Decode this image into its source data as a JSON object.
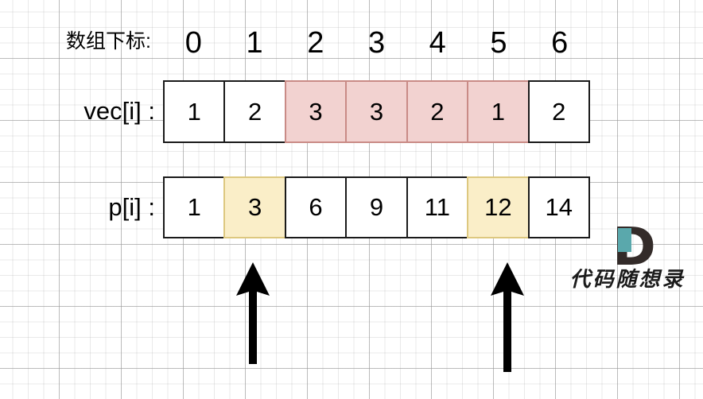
{
  "diagram": {
    "title": "prefix-sum array diagram",
    "labels": {
      "index_row": "数组下标:",
      "vec_row": "vec[i] :",
      "p_row": "p[i] :"
    },
    "indices": [
      "0",
      "1",
      "2",
      "3",
      "4",
      "5",
      "6"
    ],
    "vec": {
      "values": [
        "1",
        "2",
        "3",
        "3",
        "2",
        "1",
        "2"
      ],
      "highlight_indices": [
        2,
        3,
        4,
        5
      ],
      "highlight_color": "#f2d2d0",
      "highlight_border_color": "#c98b86"
    },
    "p": {
      "values": [
        "1",
        "3",
        "6",
        "9",
        "11",
        "12",
        "14"
      ],
      "highlight_indices": [
        1,
        5
      ],
      "highlight_color": "#faeec8",
      "highlight_border_color": "#ddc87f"
    },
    "arrows": [
      {
        "name": "arrow-pointing-p1",
        "target_index": 1,
        "direction": "up"
      },
      {
        "name": "arrow-pointing-p5",
        "target_index": 5,
        "direction": "up"
      }
    ],
    "cell_border_color": "#1a1a1a",
    "background": {
      "color": "#ffffff",
      "grid_minor_color": "#aaaaaa",
      "grid_major_color": "#969696"
    }
  },
  "watermark": {
    "mark_letter": "D",
    "accent_color": "#5aa8ac",
    "mark_color": "#332b29",
    "text": "代码随想录"
  }
}
